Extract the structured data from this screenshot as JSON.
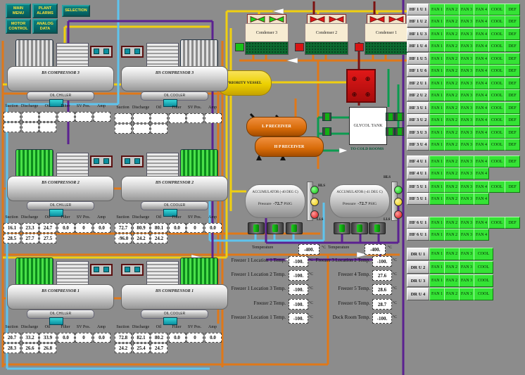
{
  "colors": {
    "background": "#8c8c8c",
    "button_teal": "#067070",
    "button_text": "#ffe13a",
    "cell_green": "#35e335",
    "pipe_orange": "#e07818",
    "pipe_yellow": "#f0cf10",
    "pipe_blue": "#5ec4ee",
    "pipe_purple": "#5b2191",
    "pipe_green": "#0b9b50",
    "pipe_dark_red": "#7a1212",
    "vessel_yellow": "#f2d41c",
    "receiver_orange": "#e07818",
    "alarm_red": "#cc1111",
    "lamp_green": "#17d417",
    "lamp_yellow": "#f0d000",
    "lamp_red": "#e01010"
  },
  "toolbar": {
    "buttons": [
      {
        "label": "MAIN MENU"
      },
      {
        "label": "PLANT ALARMS"
      },
      {
        "label": "SELECTION"
      },
      {
        "label": "MOTOR CONTROL"
      },
      {
        "label": "ANALOG DATA"
      }
    ]
  },
  "table_headers": [
    "Suction",
    "Discharge",
    "Oil",
    "Filter",
    "SV Pos.",
    "Amp"
  ],
  "compressors": [
    {
      "name": "BS COMPRESSOR 3",
      "cooler_label": "OIL CHILLER",
      "motor_color": "gray",
      "row1": [
        "",
        "",
        "",
        "",
        "",
        ""
      ],
      "row2": [
        "",
        "",
        ""
      ]
    },
    {
      "name": "HS COMPRESSOR 3",
      "cooler_label": "OIL COOLER",
      "motor_color": "gray",
      "row1": [
        "",
        "",
        "",
        "",
        "",
        ""
      ],
      "row2": [
        "",
        "",
        ""
      ]
    },
    {
      "name": "BS COMPRESSOR 2",
      "cooler_label": "OIL CHILLER",
      "motor_color": "green",
      "row1": [
        "16.1",
        "23.3",
        "24.7",
        "0.0",
        "0",
        "0.0"
      ],
      "row2": [
        "28.5",
        "27.7",
        "27.5"
      ]
    },
    {
      "name": "HS COMPRESSOR 2",
      "cooler_label": "OIL COOLER",
      "motor_color": "green",
      "row1": [
        "72.7",
        "80.9",
        "80.1",
        "0.0",
        "0",
        "0.0"
      ],
      "row2": [
        "-96.0",
        "24.2",
        "24.2"
      ]
    },
    {
      "name": "BS COMPRESSOR 1",
      "cooler_label": "OIL CHILLER",
      "motor_color": "green",
      "row1": [
        "20.7",
        "33.2",
        "33.9",
        "0.0",
        "0",
        "0.0"
      ],
      "row2": [
        "28.3",
        "26.6",
        "26.8"
      ]
    },
    {
      "name": "HS COMPRESSOR 1",
      "cooler_label": "OIL COOLER",
      "motor_color": "green",
      "row1": [
        "72.8",
        "82.1",
        "80.2",
        "0.0",
        "0",
        "0.0"
      ],
      "row2": [
        "24.2",
        "25.4",
        "24.7"
      ]
    }
  ],
  "condensers": [
    {
      "label": "Condenser 3",
      "fan_color": "green",
      "pump_color": "green"
    },
    {
      "label": "Condenser 2",
      "fan_color": "red",
      "pump_color": "red"
    },
    {
      "label": "Condenser 1",
      "fan_color": "red",
      "pump_color": "red"
    }
  ],
  "vessels": {
    "priority": "PRIORITY VESSEL",
    "lp_receiver": "L P RECEIVER",
    "hp_receiver": "H P RECEIVER",
    "glycol": "GLYCOL TANK",
    "to_cold_rooms": "TO COLD ROOMS"
  },
  "accumulators": [
    {
      "label": "ACCUMULATOR (-40 DEG C)",
      "pressure_label": "Pressure",
      "pressure": "-72.7",
      "pressure_unit": "PSIG",
      "hls": "HLS",
      "lls": "LLS",
      "temp_label": "Temperature",
      "temp": "-400.",
      "temp_unit": "°C"
    },
    {
      "label": "ACCUMULATOR (-41 DEG C)",
      "pressure_label": "Pressure",
      "pressure": "-72.7",
      "pressure_unit": "PSIG",
      "hls": "HLS",
      "lls": "LLS",
      "temp_label": "Temperature",
      "temp": "-400.",
      "temp_unit": "°C"
    }
  ],
  "freezer_readouts": {
    "left": [
      {
        "label": "Freezer 1 Location 1 Temp.",
        "value": "-100.",
        "unit": "°C"
      },
      {
        "label": "Freezer 1 Location 2 Temp.",
        "value": "-100.",
        "unit": "°C"
      },
      {
        "label": "Freezer 1 Location 3 Temp.",
        "value": "-100.",
        "unit": "°C"
      },
      {
        "label": "Freezer 2 Temp.",
        "value": "-100.",
        "unit": "°C"
      },
      {
        "label": "Freezer 3 Location 1 Temp.",
        "value": "-100.",
        "unit": "°C"
      }
    ],
    "right": [
      {
        "label": "Freezer 3 Location 2 Temp.",
        "value": "-100.",
        "unit": "°C"
      },
      {
        "label": "Freezer 4 Temp.",
        "value": "27.6",
        "unit": "°C"
      },
      {
        "label": "Freezer 5 Temp.",
        "value": "28.6",
        "unit": "°C"
      },
      {
        "label": "Freezer 6 Temp.",
        "value": "28.7",
        "unit": "°C"
      },
      {
        "label": "Dock Room Temp.",
        "value": "-100.",
        "unit": "°C"
      }
    ]
  },
  "fan_panel": {
    "groups": [
      {
        "rows": [
          {
            "label": "HF 1 U 1",
            "cells": [
              "FAN 1",
              "FAN 2",
              "FAN 3",
              "FAN 4",
              "COOL",
              "DEF"
            ]
          },
          {
            "label": "HF 1 U 2",
            "cells": [
              "FAN 1",
              "FAN 2",
              "FAN 3",
              "FAN 4",
              "COOL",
              "DEF"
            ]
          },
          {
            "label": "HF 1 U 3",
            "cells": [
              "FAN 1",
              "FAN 2",
              "FAN 3",
              "FAN 4",
              "COOL",
              "DEF"
            ]
          },
          {
            "label": "HF 1 U 4",
            "cells": [
              "FAN 1",
              "FAN 2",
              "FAN 3",
              "FAN 4",
              "COOL",
              "DEF"
            ]
          },
          {
            "label": "HF 1 U 5",
            "cells": [
              "FAN 1",
              "FAN 2",
              "FAN 3",
              "FAN 4",
              "COOL",
              "DEF"
            ]
          },
          {
            "label": "HF 1 U 6",
            "cells": [
              "FAN 1",
              "FAN 2",
              "FAN 3",
              "FAN 4",
              "COOL",
              "DEF"
            ]
          }
        ]
      },
      {
        "rows": [
          {
            "label": "HF 2 U 1",
            "cells": [
              "FAN 1",
              "FAN 2",
              "FAN 3",
              "FAN 4",
              "COOL",
              "DEF"
            ]
          },
          {
            "label": "HF 2 U 2",
            "cells": [
              "FAN 1",
              "FAN 2",
              "FAN 3",
              "FAN 4",
              "COOL",
              "DEF"
            ]
          }
        ]
      },
      {
        "rows": [
          {
            "label": "HF 3 U 1",
            "cells": [
              "FAN 1",
              "FAN 2",
              "FAN 3",
              "FAN 4",
              "COOL",
              "DEF"
            ]
          },
          {
            "label": "HF 3 U 2",
            "cells": [
              "FAN 1",
              "FAN 2",
              "FAN 3",
              "FAN 4",
              "COOL",
              "DEF"
            ]
          },
          {
            "label": "HF 3 U 3",
            "cells": [
              "FAN 1",
              "FAN 2",
              "FAN 3",
              "FAN 4",
              "COOL",
              "DEF"
            ]
          },
          {
            "label": "HF 3 U 4",
            "cells": [
              "FAN 1",
              "FAN 2",
              "FAN 3",
              "FAN 4",
              "COOL",
              "DEF"
            ]
          }
        ]
      },
      {
        "rows": [
          {
            "label": "HF 4 U 1",
            "cells": [
              "FAN 1",
              "FAN 2",
              "FAN 3",
              "FAN 4",
              "COOL",
              "DEF"
            ]
          },
          {
            "label": "HF 4 U 1",
            "cells": [
              "FAN 1",
              "FAN 2",
              "FAN 3",
              "FAN 4"
            ]
          }
        ]
      },
      {
        "rows": [
          {
            "label": "HF 5 U 1",
            "cells": [
              "FAN 1",
              "FAN 2",
              "FAN 3",
              "FAN 4",
              "COOL",
              "DEF"
            ]
          },
          {
            "label": "HF 5 U 1",
            "cells": [
              "FAN 1",
              "FAN 2",
              "FAN 3",
              "FAN 4"
            ]
          }
        ]
      },
      {
        "rows": [
          {
            "label": "HF 6 U 1",
            "cells": [
              "FAN 1",
              "FAN 2",
              "FAN 3",
              "FAN 4",
              "COOL",
              "DEF"
            ]
          },
          {
            "label": "HF 6 U 1",
            "cells": [
              "FAN 1",
              "FAN 2",
              "FAN 3",
              "FAN 4"
            ]
          }
        ]
      },
      {
        "rows": [
          {
            "label": "DR U 1",
            "cells": [
              "FAN 1",
              "FAN 2",
              "FAN 3",
              "COOL"
            ]
          },
          {
            "label": "DR U 2",
            "cells": [
              "FAN 1",
              "FAN 2",
              "FAN 3",
              "COOL"
            ]
          },
          {
            "label": "DR U 3",
            "cells": [
              "FAN 1",
              "FAN 2",
              "FAN 3",
              "COOL"
            ]
          },
          {
            "label": "DR U 4",
            "cells": [
              "FAN 1",
              "FAN 2",
              "FAN 3",
              "COOL"
            ]
          }
        ]
      }
    ]
  }
}
